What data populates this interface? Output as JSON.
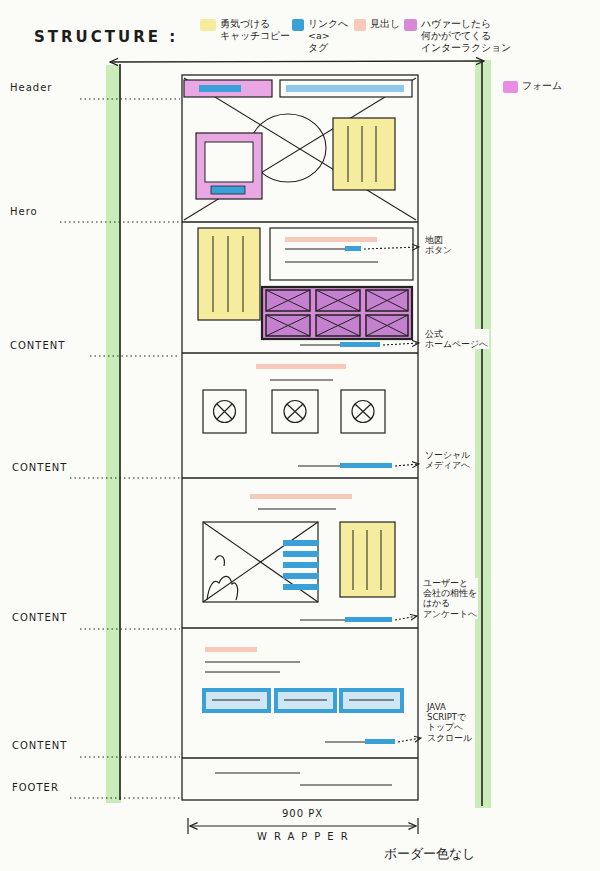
{
  "diagram": {
    "title": "STRUCTURE :",
    "labels": [
      "Header",
      "Hero",
      "CONTENT",
      "CONTENT",
      "CONTENT",
      "CONTENT",
      "FOOTER",
      "地図 ボタン",
      "公式 ホームページへ",
      "ソーシャル メディアへ",
      "ユーザーと 会社の相性を はかる アンケートへ",
      "JAVA SCRIPTで トップへ スクロール",
      "900 PX",
      "WRAPPER",
      "ボーダー色なし"
    ],
    "legend": [
      {
        "text": "勇気づける キャッチコピー",
        "color": "#f5ec9e"
      },
      {
        "text": "リンクへ <a>タグ",
        "color": "#3aa0d8"
      },
      {
        "text": "見出し",
        "color": "#f6c9b8"
      },
      {
        "text": "ハヴァーしたら 何かがでてくる インターラクション",
        "color": "#d68ad6"
      },
      {
        "text": "フォーム",
        "color": "#e98ee2"
      }
    ]
  }
}
